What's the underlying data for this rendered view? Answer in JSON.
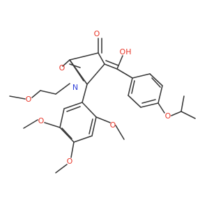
{
  "molecule": {
    "atom_labels": {
      "o_ketone_top": "O",
      "o_amide": "O",
      "oh_hydroxyl": "OH",
      "n_ring": "N",
      "o_methoxyethyl": "O",
      "o_isopropoxy": "O",
      "o_methoxy_a": "O",
      "o_methoxy_b": "O",
      "o_methoxy_c": "O"
    },
    "colors": {
      "oxygen": "#e8372a",
      "nitrogen": "#2f3fd9",
      "bond": "#3a3a3a",
      "background": "#ffffff"
    }
  }
}
